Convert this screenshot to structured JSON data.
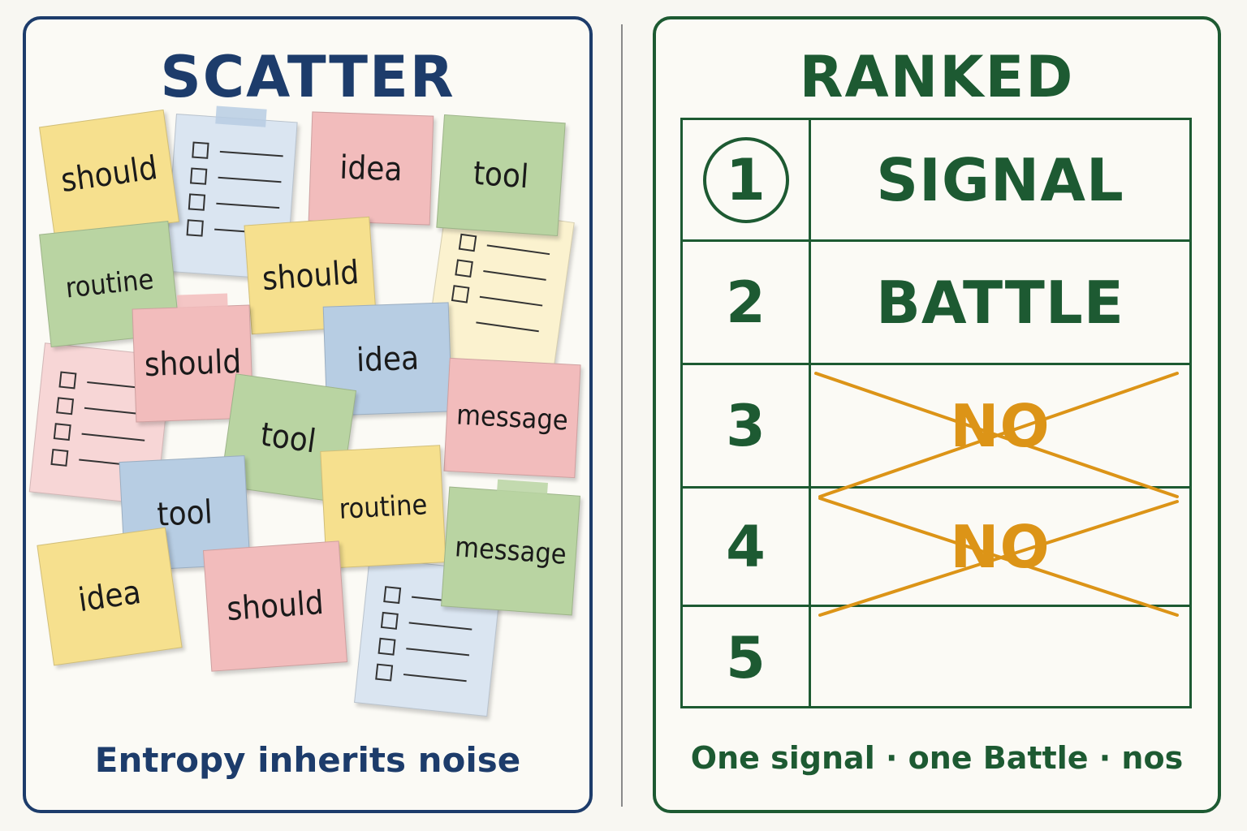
{
  "scatter": {
    "title": "SCATTER",
    "caption": "Entropy inherits noise",
    "notes": [
      {
        "word": "should"
      },
      {
        "word": "idea"
      },
      {
        "word": "tool"
      },
      {
        "word": "routine"
      },
      {
        "word": "should"
      },
      {
        "word": "should"
      },
      {
        "word": "idea"
      },
      {
        "word": "message"
      },
      {
        "word": "tool"
      },
      {
        "word": "tool"
      },
      {
        "word": "routine"
      },
      {
        "word": "message"
      },
      {
        "word": "idea"
      },
      {
        "word": "should"
      }
    ],
    "colors": {
      "border": "#1d3c6b",
      "yellow": "#f6e08e",
      "pink": "#f2bcbc",
      "green": "#b9d4a2",
      "blue": "#b7cde3"
    }
  },
  "ranked": {
    "title": "RANKED",
    "caption": "One signal · one Battle · nos",
    "rows": [
      {
        "rank": "1",
        "label": "SIGNAL",
        "highlighted": true,
        "crossed": false
      },
      {
        "rank": "2",
        "label": "BATTLE",
        "highlighted": false,
        "crossed": false
      },
      {
        "rank": "3",
        "label": "NO",
        "highlighted": false,
        "crossed": true
      },
      {
        "rank": "4",
        "label": "NO",
        "highlighted": false,
        "crossed": true
      },
      {
        "rank": "5",
        "label": "",
        "highlighted": false,
        "crossed": false
      }
    ],
    "colors": {
      "border": "#1d5a32",
      "crossed": "#dc9417"
    }
  }
}
